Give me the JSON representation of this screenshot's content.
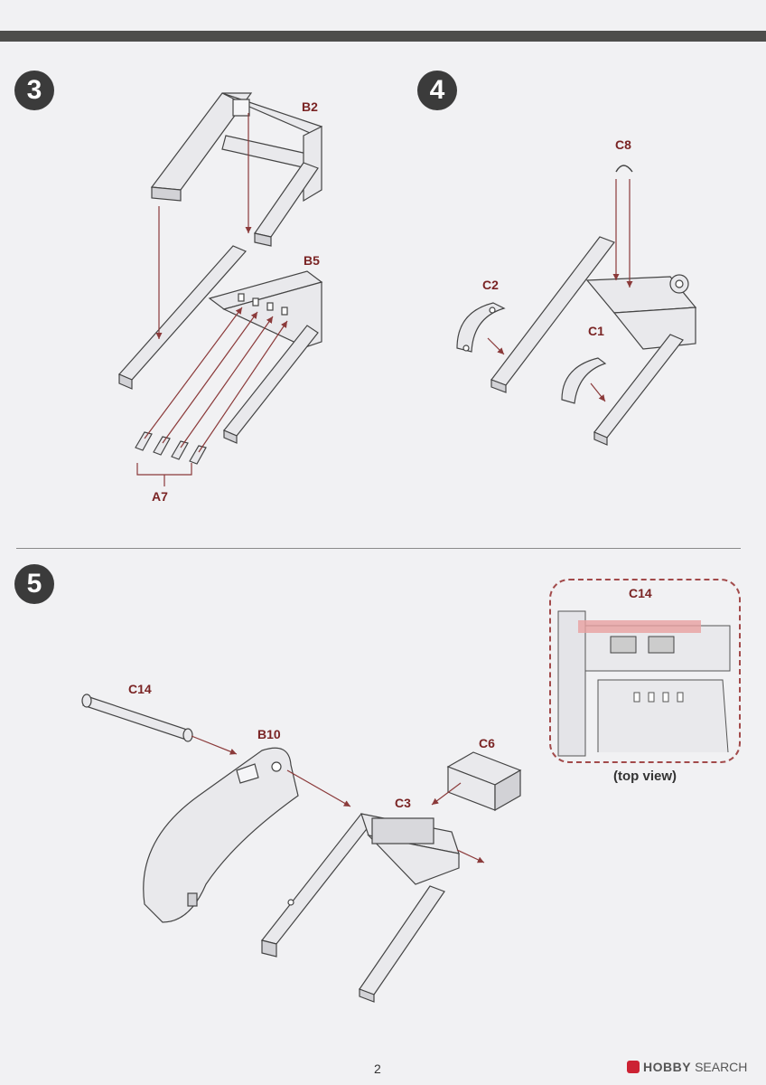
{
  "steps": [
    {
      "number": "3",
      "labels": {
        "b2": "B2",
        "b5": "B5",
        "a7": "A7"
      }
    },
    {
      "number": "4",
      "labels": {
        "c8": "C8",
        "c2": "C2",
        "c1": "C1"
      }
    },
    {
      "number": "5",
      "labels": {
        "c14": "C14",
        "b10": "B10",
        "c6": "C6",
        "c3": "C3"
      },
      "callout": {
        "label": "C14",
        "caption": "(top view)"
      }
    }
  ],
  "footer": {
    "page_number": "2",
    "watermark": {
      "brand": "HOBBY",
      "suffix": "SEARCH"
    }
  },
  "colors": {
    "part_label": "#7a2424",
    "arrow": "#8b3a3a",
    "badge": "#3b3b3b",
    "highlight": "#e8a0a0"
  }
}
